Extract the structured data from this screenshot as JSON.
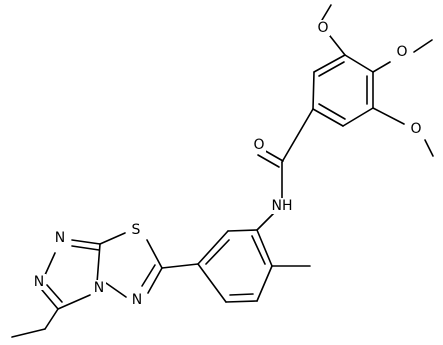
{
  "structure": {
    "atoms": [
      {
        "id": "O_top",
        "symbol": "O"
      },
      {
        "id": "O_right_upper",
        "symbol": "O"
      },
      {
        "id": "O_right_lower",
        "symbol": "O"
      },
      {
        "id": "O_carbonyl",
        "symbol": "O"
      },
      {
        "id": "N_amide",
        "symbol": "NH"
      },
      {
        "id": "S_ring",
        "symbol": "S"
      },
      {
        "id": "N_left_top",
        "symbol": "N"
      },
      {
        "id": "N_left_mid",
        "symbol": "N"
      },
      {
        "id": "N_bridge",
        "symbol": "N"
      },
      {
        "id": "N_right_ring",
        "symbol": "N"
      }
    ]
  }
}
